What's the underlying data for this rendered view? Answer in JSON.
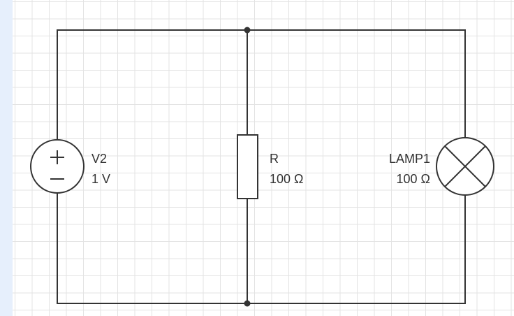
{
  "components": {
    "source": {
      "name": "V2",
      "value": "1 V",
      "plus_symbol": "+",
      "minus_symbol": "−",
      "icon": "voltage-source-icon"
    },
    "resistor": {
      "name": "R",
      "value": "100 Ω",
      "icon": "resistor-icon"
    },
    "lamp": {
      "name": "LAMP1",
      "value": "100 Ω",
      "icon": "lamp-icon"
    }
  },
  "colors": {
    "wire": "#333333",
    "grid": "#e3e3e3",
    "left_strip": "#e6effc",
    "background": "#ffffff"
  }
}
